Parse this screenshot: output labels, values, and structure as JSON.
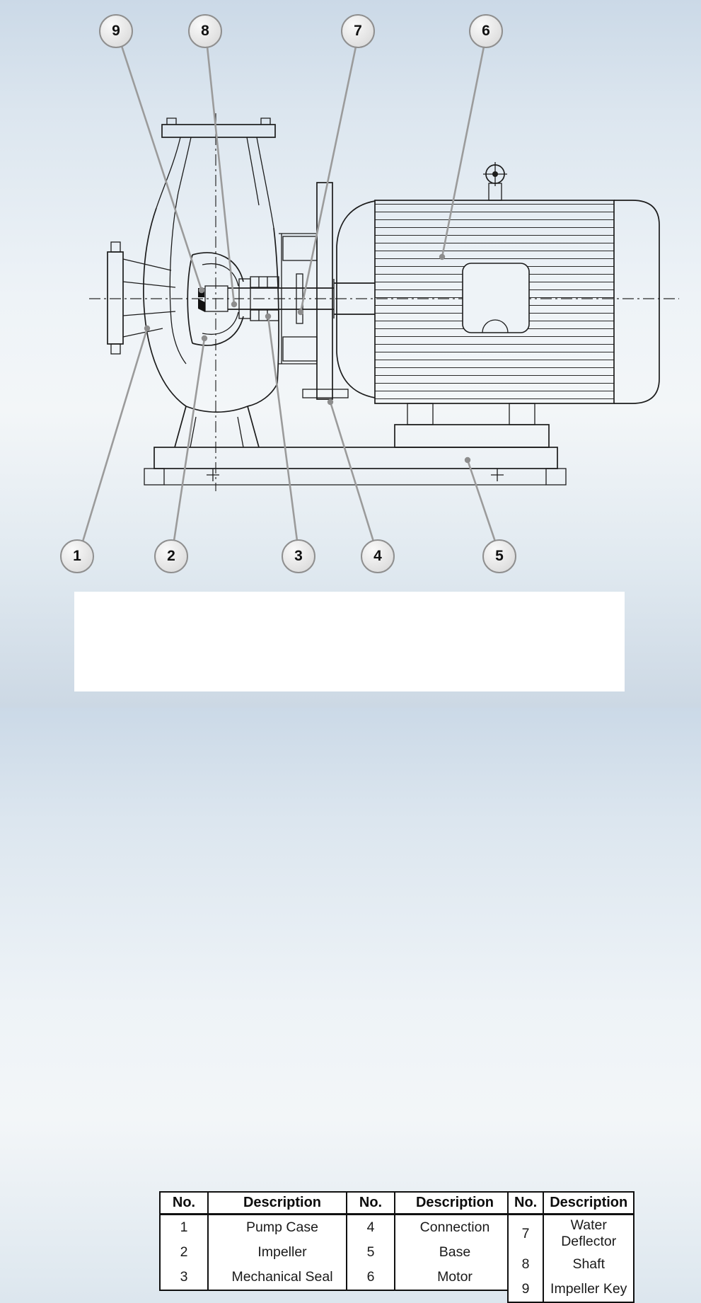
{
  "colors": {
    "background_top": "#cbd9e7",
    "background_middle": "#f2f5f8",
    "background_bottom": "#ccd8e4",
    "drawing_line": "#1c1c1c",
    "leader_line": "#9b9b9b",
    "callout_fill": "#e3e3e3",
    "callout_border": "#8f8f8f",
    "table_background": "#ffffff",
    "table_border": "#101010"
  },
  "diagram": {
    "callouts_top": [
      {
        "label": "9"
      },
      {
        "label": "8"
      },
      {
        "label": "7"
      },
      {
        "label": "6"
      }
    ],
    "callouts_bottom": [
      {
        "label": "1"
      },
      {
        "label": "2"
      },
      {
        "label": "3"
      },
      {
        "label": "4"
      },
      {
        "label": "5"
      }
    ]
  },
  "tables": [
    {
      "headers": {
        "no": "No.",
        "description": "Description"
      },
      "rows": [
        {
          "no": "1",
          "description": "Pump Case"
        },
        {
          "no": "2",
          "description": "Impeller"
        },
        {
          "no": "3",
          "description": "Mechanical Seal"
        }
      ]
    },
    {
      "headers": {
        "no": "No.",
        "description": "Description"
      },
      "rows": [
        {
          "no": "4",
          "description": "Connection"
        },
        {
          "no": "5",
          "description": "Base"
        },
        {
          "no": "6",
          "description": "Motor"
        }
      ]
    },
    {
      "headers": {
        "no": "No.",
        "description": "Description"
      },
      "rows": [
        {
          "no": "7",
          "description": "Water Deflector"
        },
        {
          "no": "8",
          "description": "Shaft"
        },
        {
          "no": "9",
          "description": "Impeller Key"
        }
      ]
    }
  ]
}
